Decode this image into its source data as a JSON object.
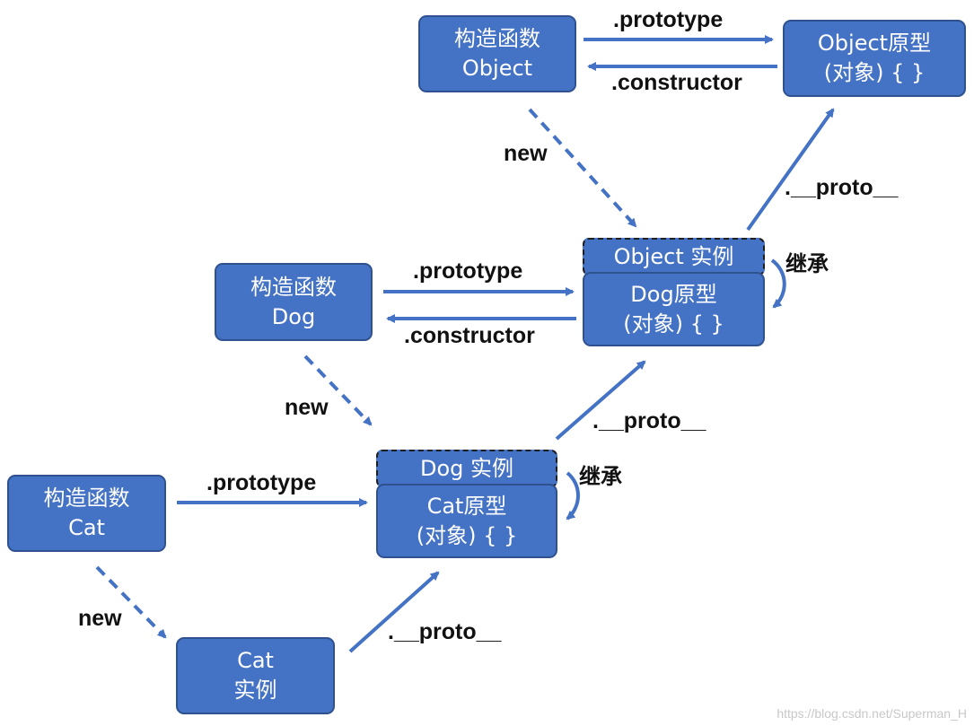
{
  "nodes": {
    "object_ctor": {
      "line1": "构造函数",
      "line2": "Object"
    },
    "object_proto": {
      "line1": "Object原型",
      "line2": "(对象) { }"
    },
    "object_instance": {
      "text": "Object 实例"
    },
    "dog_proto": {
      "line1": "Dog原型",
      "line2": "(对象) { }"
    },
    "dog_ctor": {
      "line1": "构造函数",
      "line2": "Dog"
    },
    "dog_instance": {
      "text": "Dog 实例"
    },
    "cat_proto": {
      "line1": "Cat原型",
      "line2": "(对象) { }"
    },
    "cat_ctor": {
      "line1": "构造函数",
      "line2": "Cat"
    },
    "cat_instance": {
      "line1": "Cat",
      "line2": "实例"
    }
  },
  "labels": {
    "prototype": ".prototype",
    "constructor": ".constructor",
    "new": "new",
    "proto": ".__proto__",
    "inherit": "继承"
  },
  "watermark": "https://blog.csdn.net/Superman_H",
  "colors": {
    "box_fill": "#4472c4",
    "box_border": "#2f528f",
    "arrow": "#4472c4",
    "text_on_box": "#ffffff",
    "label": "#111111"
  }
}
